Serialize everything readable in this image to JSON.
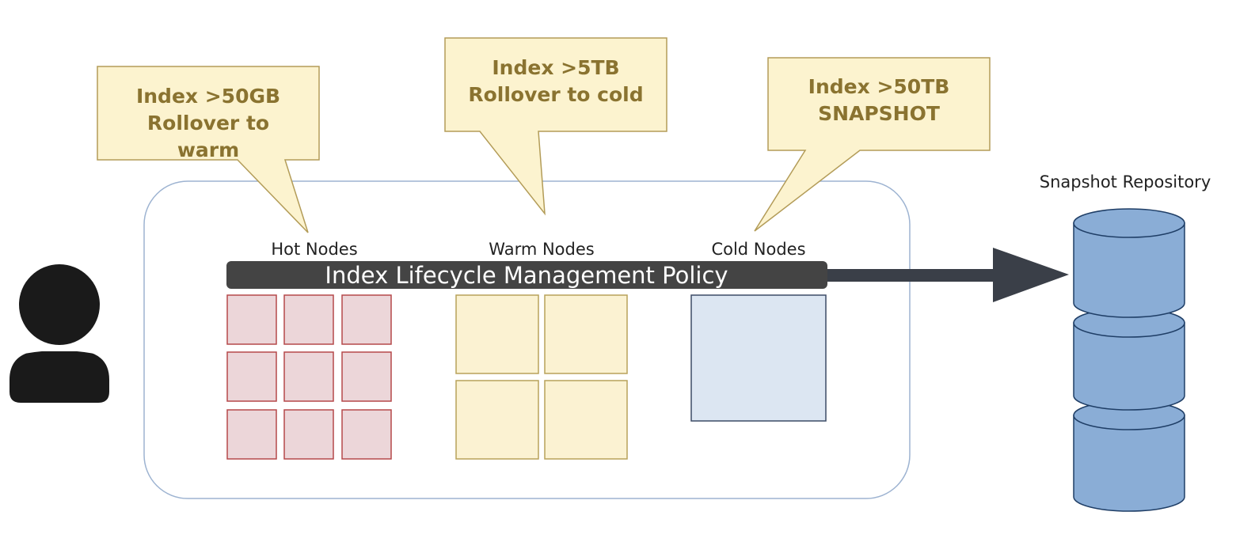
{
  "callouts": {
    "hot": {
      "line1": "Index >50GB",
      "line2": "Rollover to",
      "line3": "warm"
    },
    "warm": {
      "line1": "Index >5TB",
      "line2": "Rollover to cold"
    },
    "cold": {
      "line1": "Index >50TB",
      "line2": "SNAPSHOT"
    }
  },
  "tiers": {
    "hot": {
      "label": "Hot Nodes"
    },
    "warm": {
      "label": "Warm Nodes"
    },
    "cold": {
      "label": "Cold Nodes"
    }
  },
  "policy_bar": {
    "label": "Index Lifecycle Management Policy"
  },
  "repository": {
    "label": "Snapshot Repository"
  },
  "user": {
    "icon": "user-icon"
  },
  "colors": {
    "callout_fill": "#fcf3cf",
    "callout_border": "#b39c58",
    "callout_text": "#8a7330",
    "hot_fill": "#ecd6d9",
    "hot_border": "#b5484a",
    "warm_fill": "#fbf2d2",
    "warm_border": "#b8a25a",
    "cold_fill": "#dce6f2",
    "cold_border": "#3d4b66",
    "cluster_border": "#9db3d1",
    "policy_bar": "#444444",
    "arrow": "#3a3f48",
    "repository_fill": "#8aadd6",
    "repository_border": "#1f3e66",
    "user_fill": "#1a1a1a"
  }
}
